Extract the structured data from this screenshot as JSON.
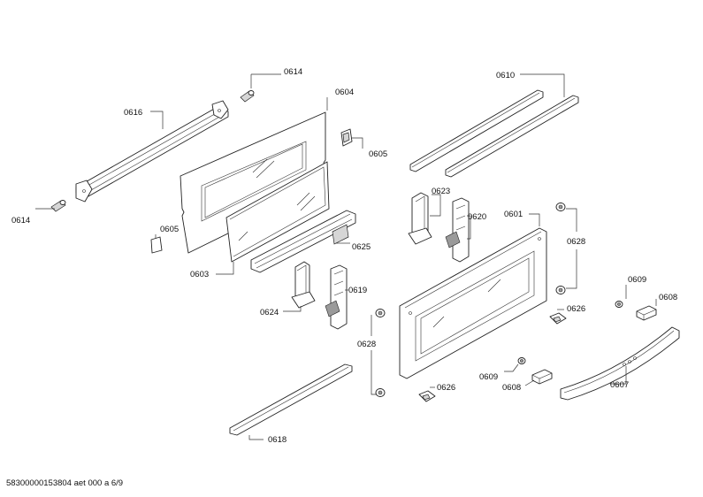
{
  "labels": {
    "l0614a": "0614",
    "l0604": "0604",
    "l0616": "0616",
    "l0605a": "0605",
    "l0614b": "0614",
    "l0605b": "0605",
    "l0625": "0625",
    "l0603": "0603",
    "l0624": "0624",
    "l0619": "0619",
    "l0618": "0618",
    "l0610": "0610",
    "l0623": "0623",
    "l0620": "0620",
    "l0601": "0601",
    "l0628a": "0628",
    "l0628b": "0628",
    "l0609a": "0609",
    "l0608a": "0608",
    "l0626a": "0626",
    "l0609b": "0609",
    "l0608b": "0608",
    "l0626b": "0626",
    "l0607": "0607"
  },
  "footer": "58300000153804 aet 000 a 6/9"
}
